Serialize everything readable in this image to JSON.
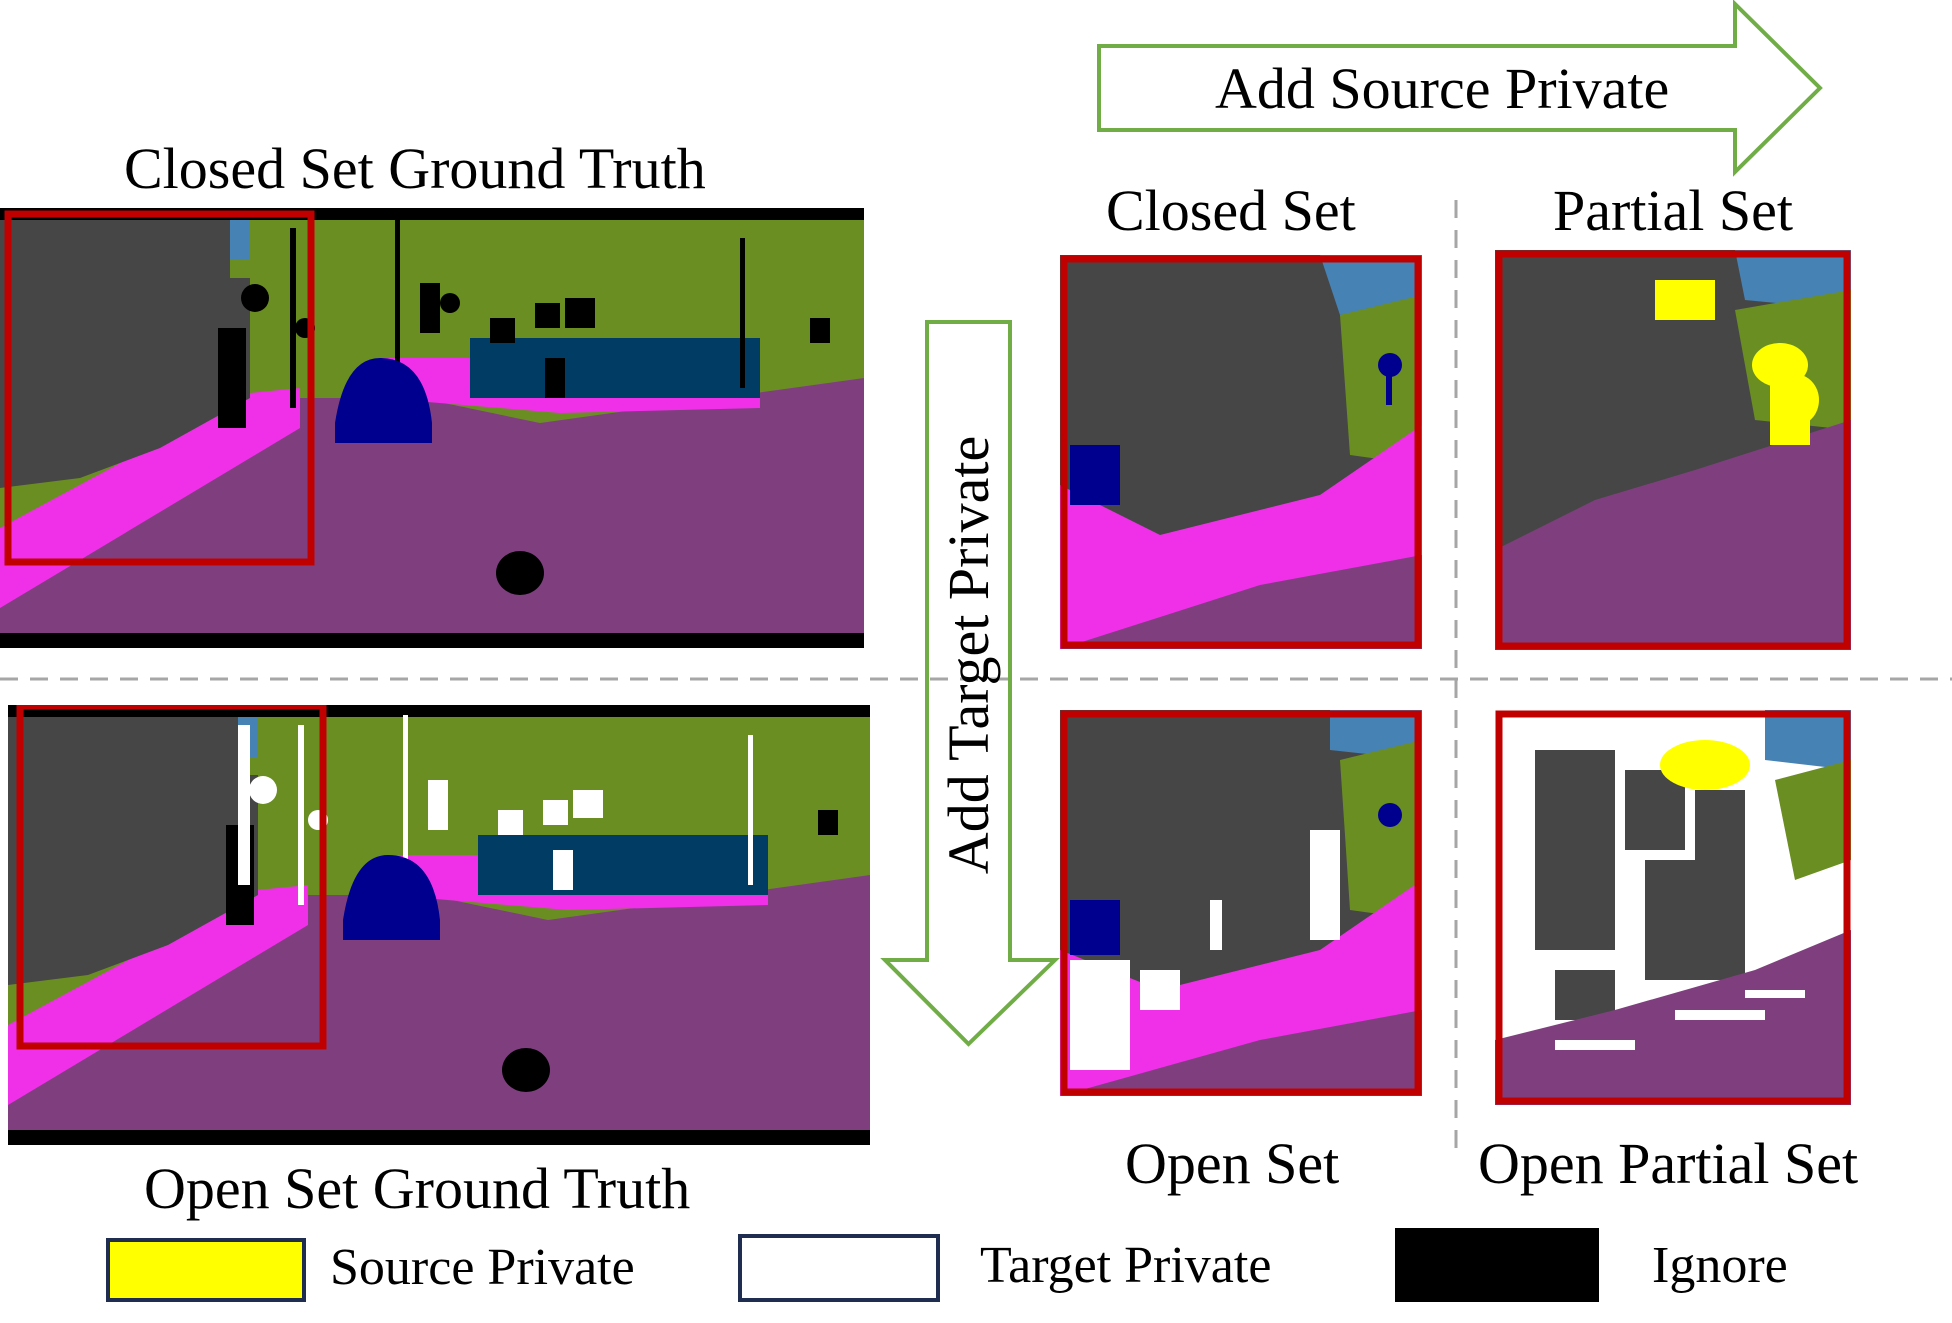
{
  "labels": {
    "closed_gt": "Closed Set Ground Truth",
    "open_gt": "Open Set Ground Truth",
    "closed_set": "Closed Set",
    "partial_set": "Partial Set",
    "open_set": "Open Set",
    "open_partial_set": "Open Partial Set"
  },
  "arrows": {
    "source": "Add Source Private",
    "target": "Add Target Private",
    "color": "#70ad47"
  },
  "legend": {
    "items": [
      {
        "label": "Source Private",
        "color": "#ffff00"
      },
      {
        "label": "Target Private",
        "color": "#ffffff"
      },
      {
        "label": "Ignore",
        "color": "#000000"
      }
    ]
  },
  "colors": {
    "road": "#7f3f7f",
    "sidewalk": "#f030e8",
    "building": "#464646",
    "vegetation": "#6b8e23",
    "sky": "#4682b4",
    "car": "#00008e",
    "wall": "#003c64",
    "frame": "#c00000"
  }
}
